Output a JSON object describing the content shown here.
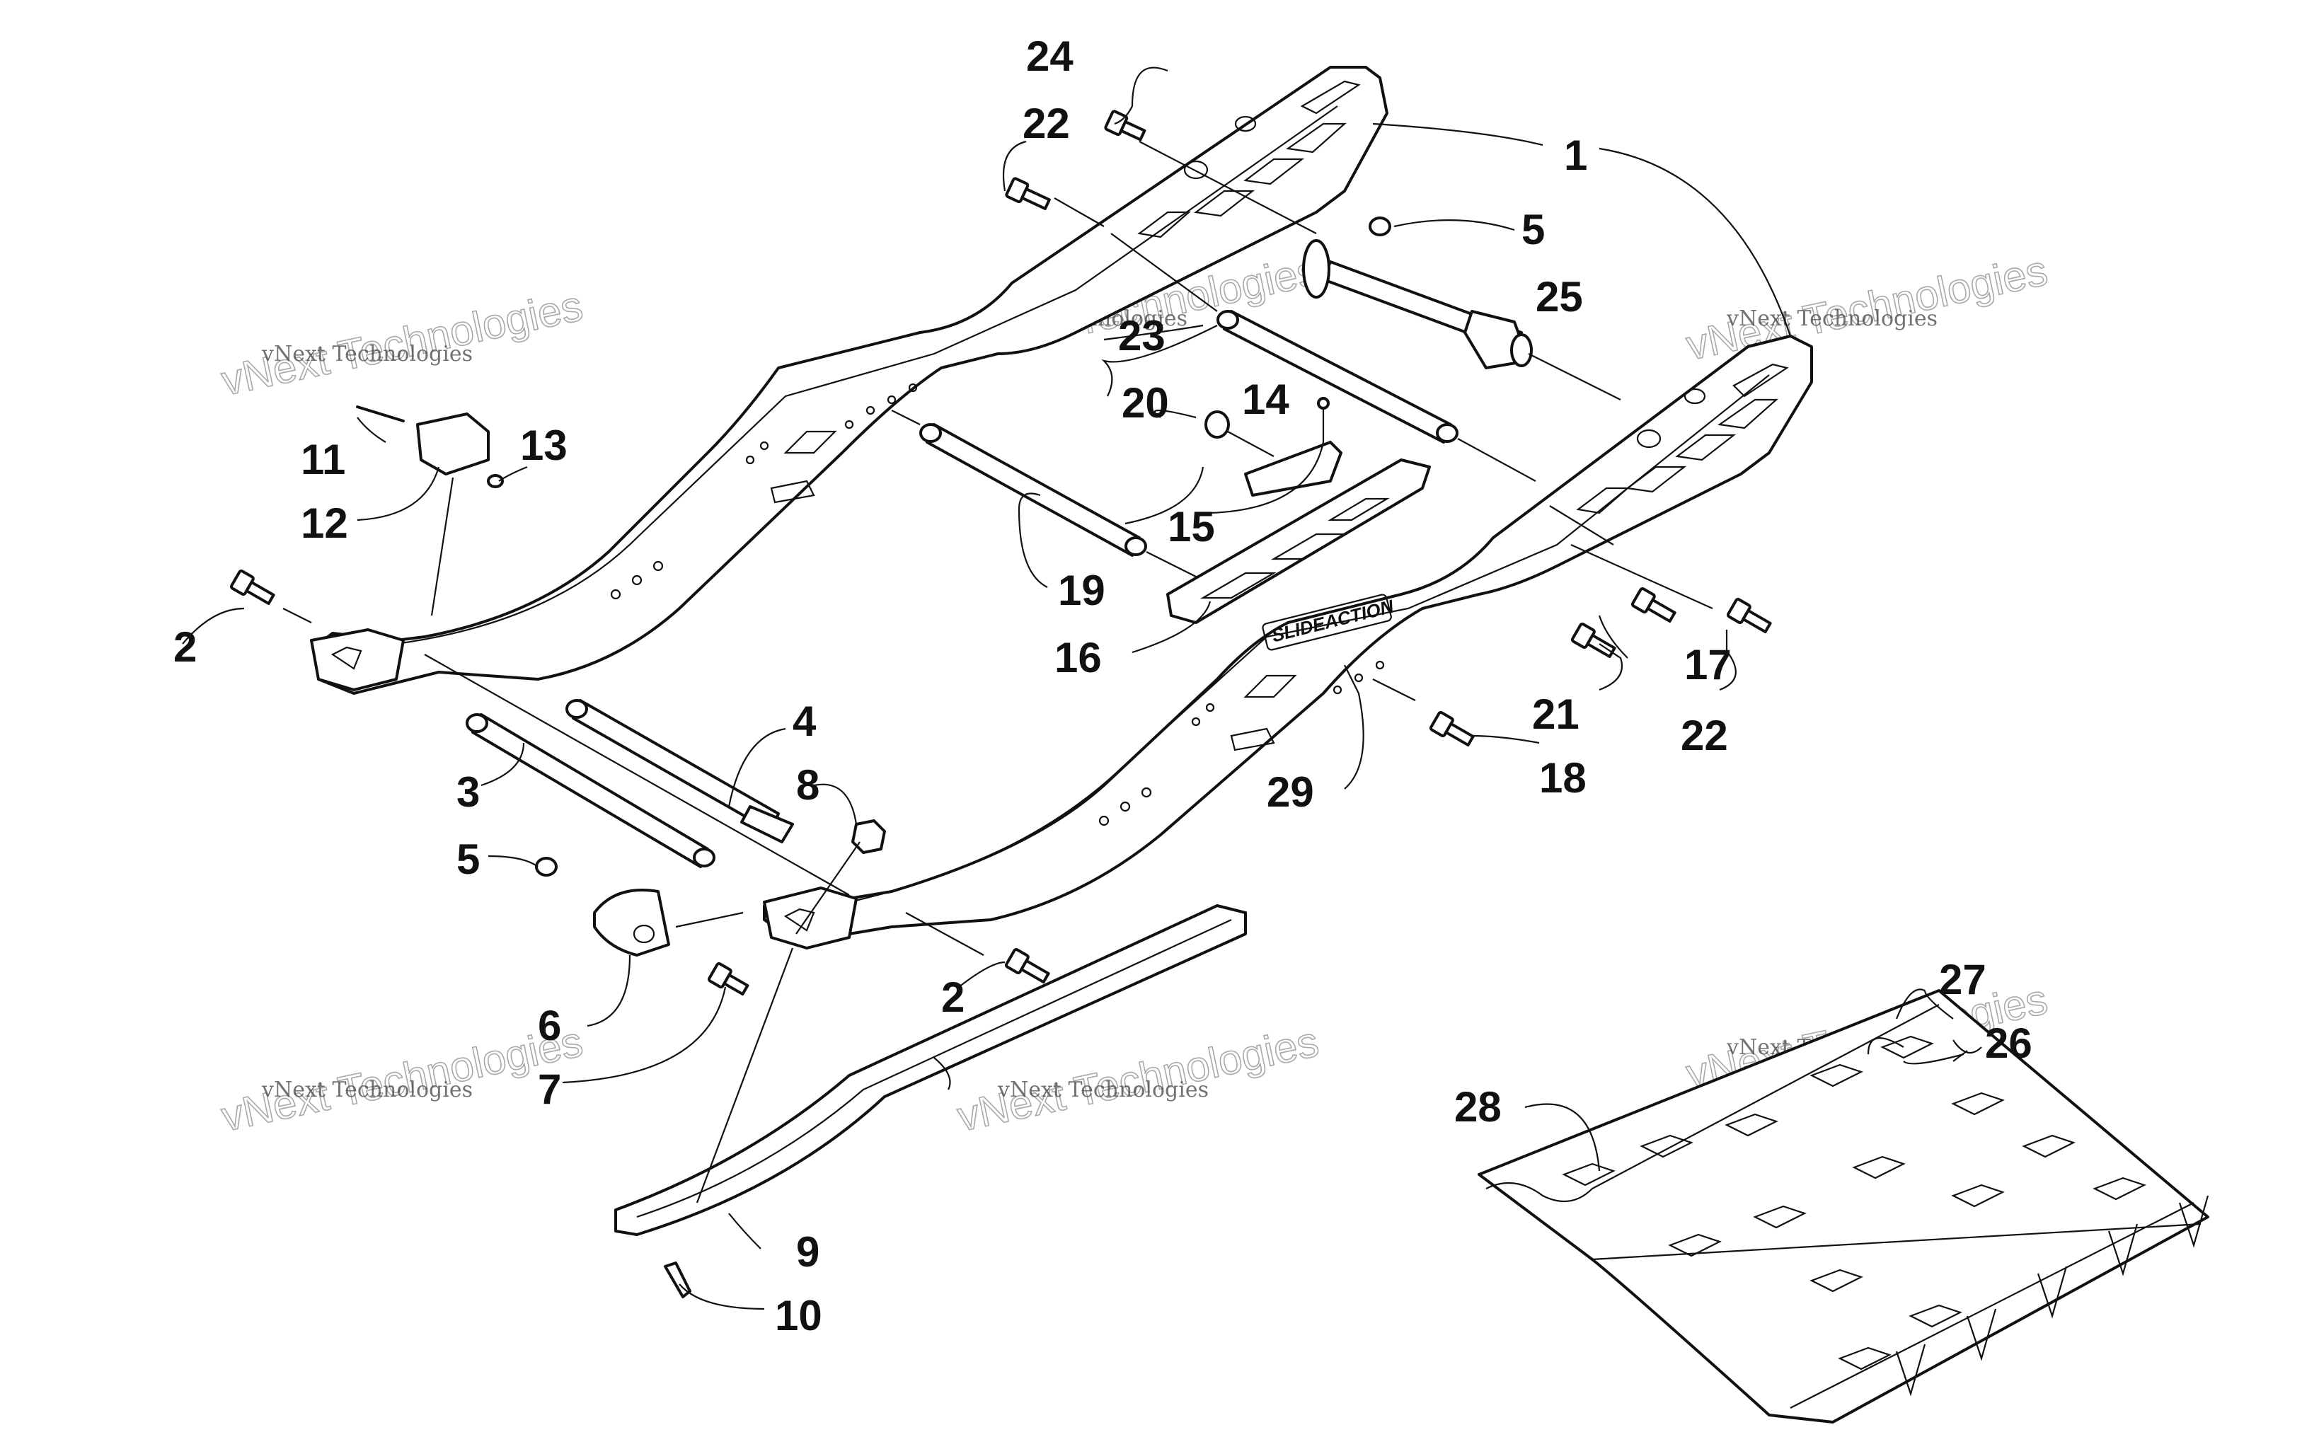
{
  "callouts": [
    {
      "id": "1",
      "label": "1"
    },
    {
      "id": "2a",
      "label": "2"
    },
    {
      "id": "2b",
      "label": "2"
    },
    {
      "id": "3",
      "label": "3"
    },
    {
      "id": "4",
      "label": "4"
    },
    {
      "id": "5a",
      "label": "5"
    },
    {
      "id": "5b",
      "label": "5"
    },
    {
      "id": "6",
      "label": "6"
    },
    {
      "id": "7",
      "label": "7"
    },
    {
      "id": "8",
      "label": "8"
    },
    {
      "id": "9",
      "label": "9"
    },
    {
      "id": "10",
      "label": "10"
    },
    {
      "id": "11",
      "label": "11"
    },
    {
      "id": "12",
      "label": "12"
    },
    {
      "id": "13",
      "label": "13"
    },
    {
      "id": "14",
      "label": "14"
    },
    {
      "id": "15",
      "label": "15"
    },
    {
      "id": "16",
      "label": "16"
    },
    {
      "id": "17",
      "label": "17"
    },
    {
      "id": "18",
      "label": "18"
    },
    {
      "id": "19",
      "label": "19"
    },
    {
      "id": "20",
      "label": "20"
    },
    {
      "id": "21",
      "label": "21"
    },
    {
      "id": "22a",
      "label": "22"
    },
    {
      "id": "22b",
      "label": "22"
    },
    {
      "id": "23",
      "label": "23"
    },
    {
      "id": "24",
      "label": "24"
    },
    {
      "id": "25",
      "label": "25"
    },
    {
      "id": "26",
      "label": "26"
    },
    {
      "id": "27",
      "label": "27"
    },
    {
      "id": "28",
      "label": "28"
    },
    {
      "id": "29",
      "label": "29"
    }
  ],
  "rail_logo": "SLIDEACTION",
  "watermark": {
    "company": "vNext Technologies",
    "word": "vNext Technologies"
  },
  "colors": {
    "line": "#111111",
    "background": "#ffffff",
    "watermark": "#9a9a9a"
  }
}
